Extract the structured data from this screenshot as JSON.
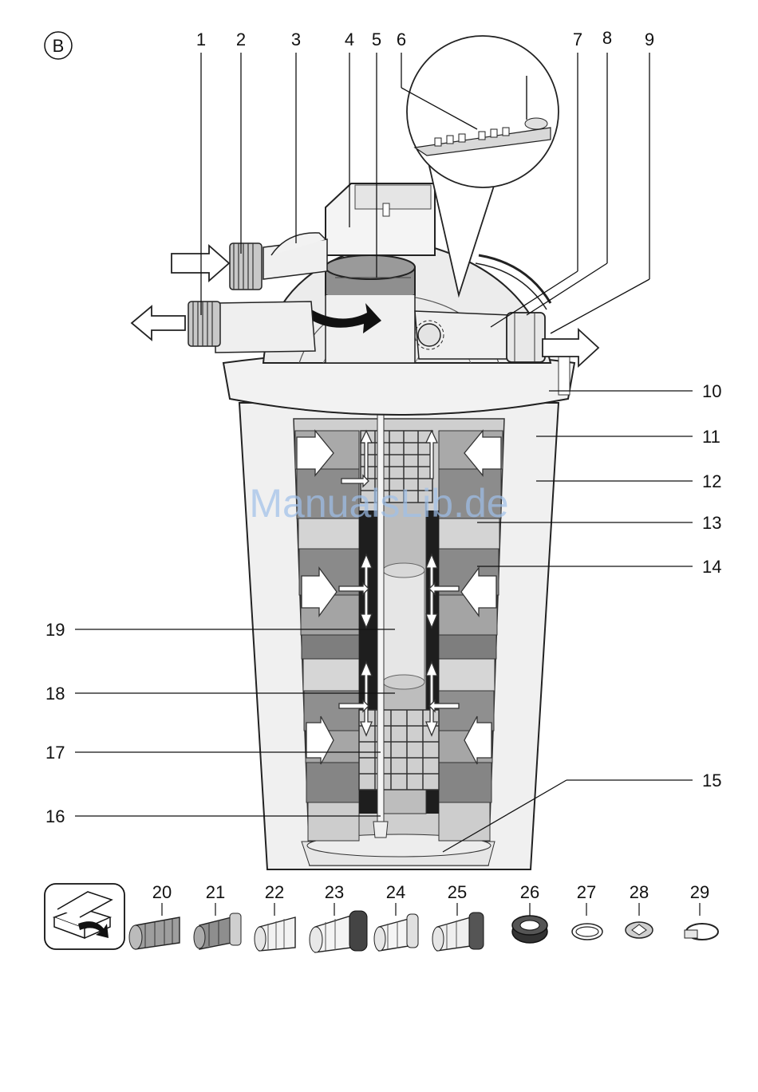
{
  "figure_label": "B",
  "watermark": "ManualsLib.de",
  "top_callouts": [
    "1",
    "2",
    "3",
    "4",
    "5",
    "6",
    "7",
    "8",
    "9"
  ],
  "right_callouts": [
    "10",
    "11",
    "12",
    "13",
    "14",
    "15"
  ],
  "left_callouts": [
    "19",
    "18",
    "17",
    "16"
  ],
  "accessory_numbers": [
    "20",
    "21",
    "22",
    "23",
    "24",
    "25",
    "26",
    "27",
    "28",
    "29"
  ],
  "icons": {
    "flow": "flow-arrow-icon",
    "packaging": "box-open-icon"
  }
}
